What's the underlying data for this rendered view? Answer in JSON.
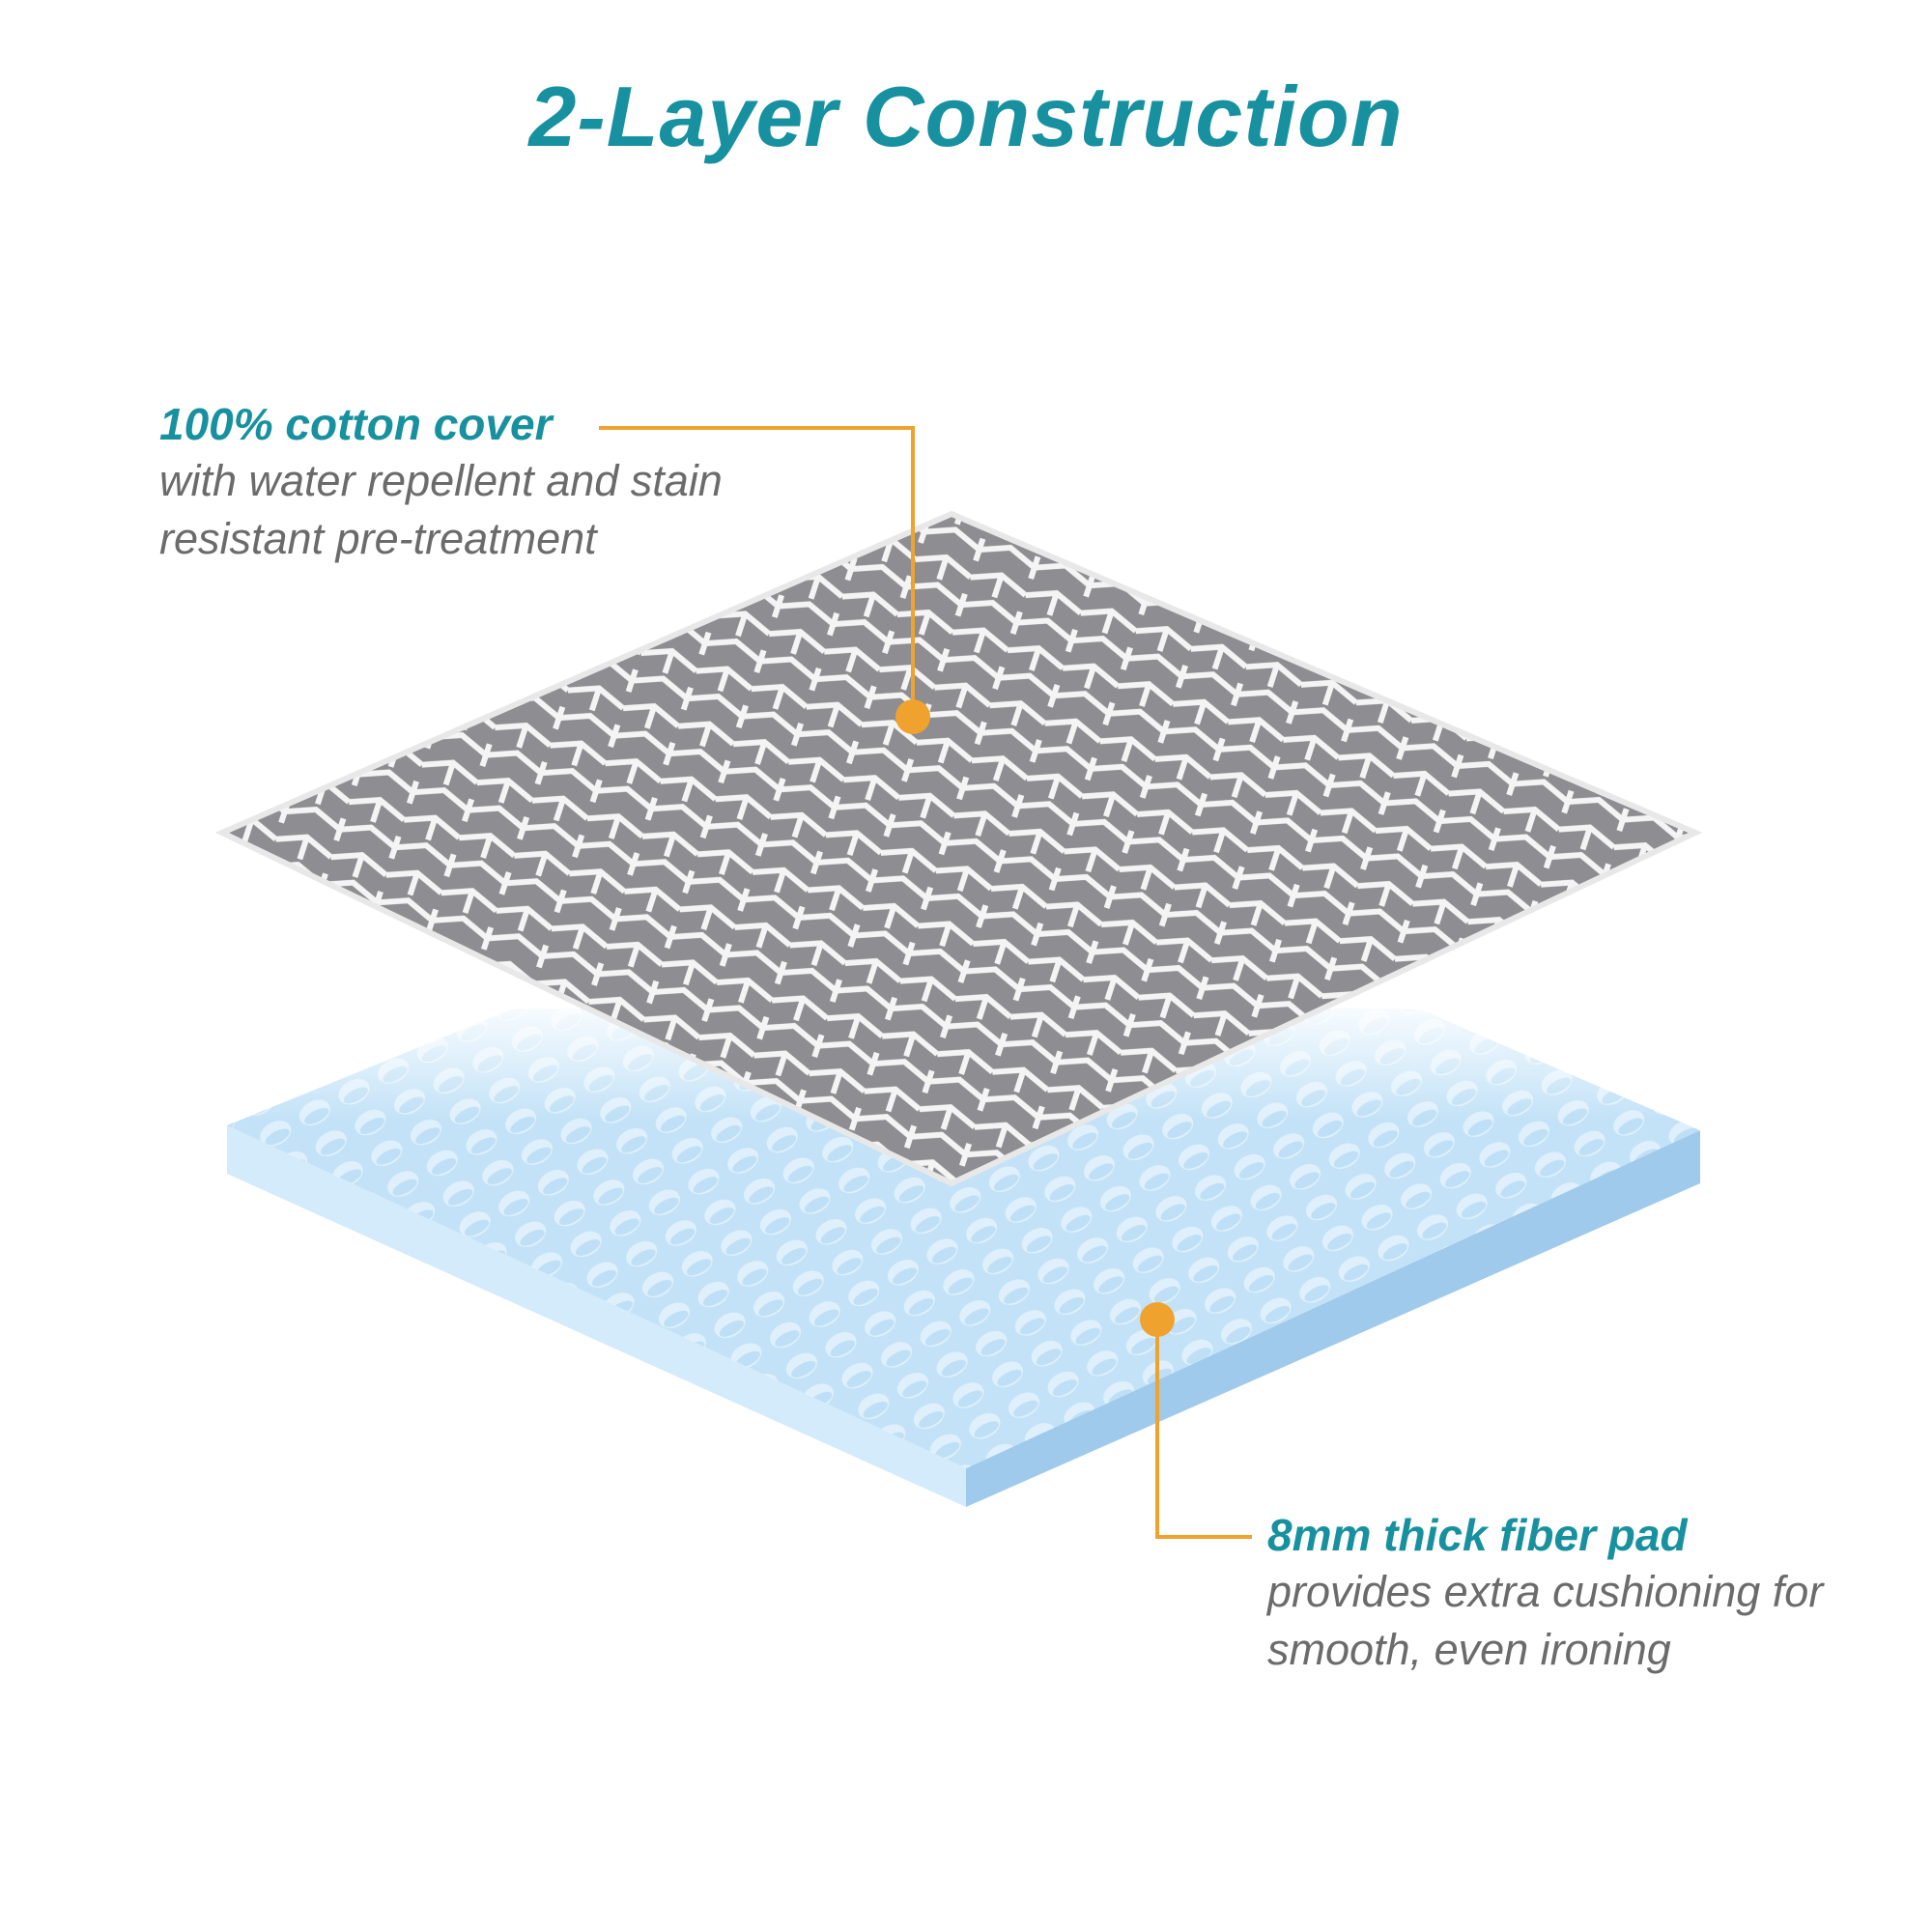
{
  "title": "2-Layer Construction",
  "callouts": {
    "cover": {
      "heading": "100% cotton cover",
      "description": "with water repellent and stain resistant pre-treatment"
    },
    "pad": {
      "heading": "8mm thick fiber pad",
      "description": "provides extra cushioning for smooth, even ironing"
    }
  },
  "colors": {
    "accent": "#17919f",
    "leader": "#f0a22e",
    "text": "#6b6b6b",
    "cover_fabric": "#8e8e92",
    "pad_top": "#bfe0f5",
    "pad_side_light": "#d3ebfa",
    "pad_side_dark": "#9fcaec"
  }
}
